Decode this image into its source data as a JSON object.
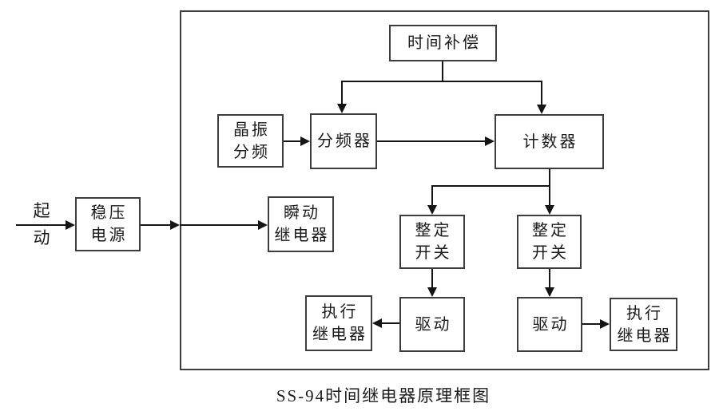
{
  "diagram": {
    "caption": "SS-94时间继电器原理框图",
    "start_label": [
      "起",
      "动"
    ],
    "blocks": {
      "time_compensation": [
        "时间补偿"
      ],
      "crystal_divider": [
        "晶振",
        "分频"
      ],
      "frequency_divider": [
        "分频器"
      ],
      "counter": [
        "计数器"
      ],
      "voltage_regulator": [
        "稳压",
        "电源"
      ],
      "instant_relay": [
        "瞬动",
        "继电器"
      ],
      "setting_switch": [
        "整定",
        "开关"
      ],
      "drive": [
        "驱动"
      ],
      "exec_relay": [
        "执行",
        "继电器"
      ]
    },
    "colors": {
      "background": "#ffffff",
      "line": "#151515",
      "box_border": "#3d3d3d",
      "text": "#1b1b1b"
    }
  }
}
